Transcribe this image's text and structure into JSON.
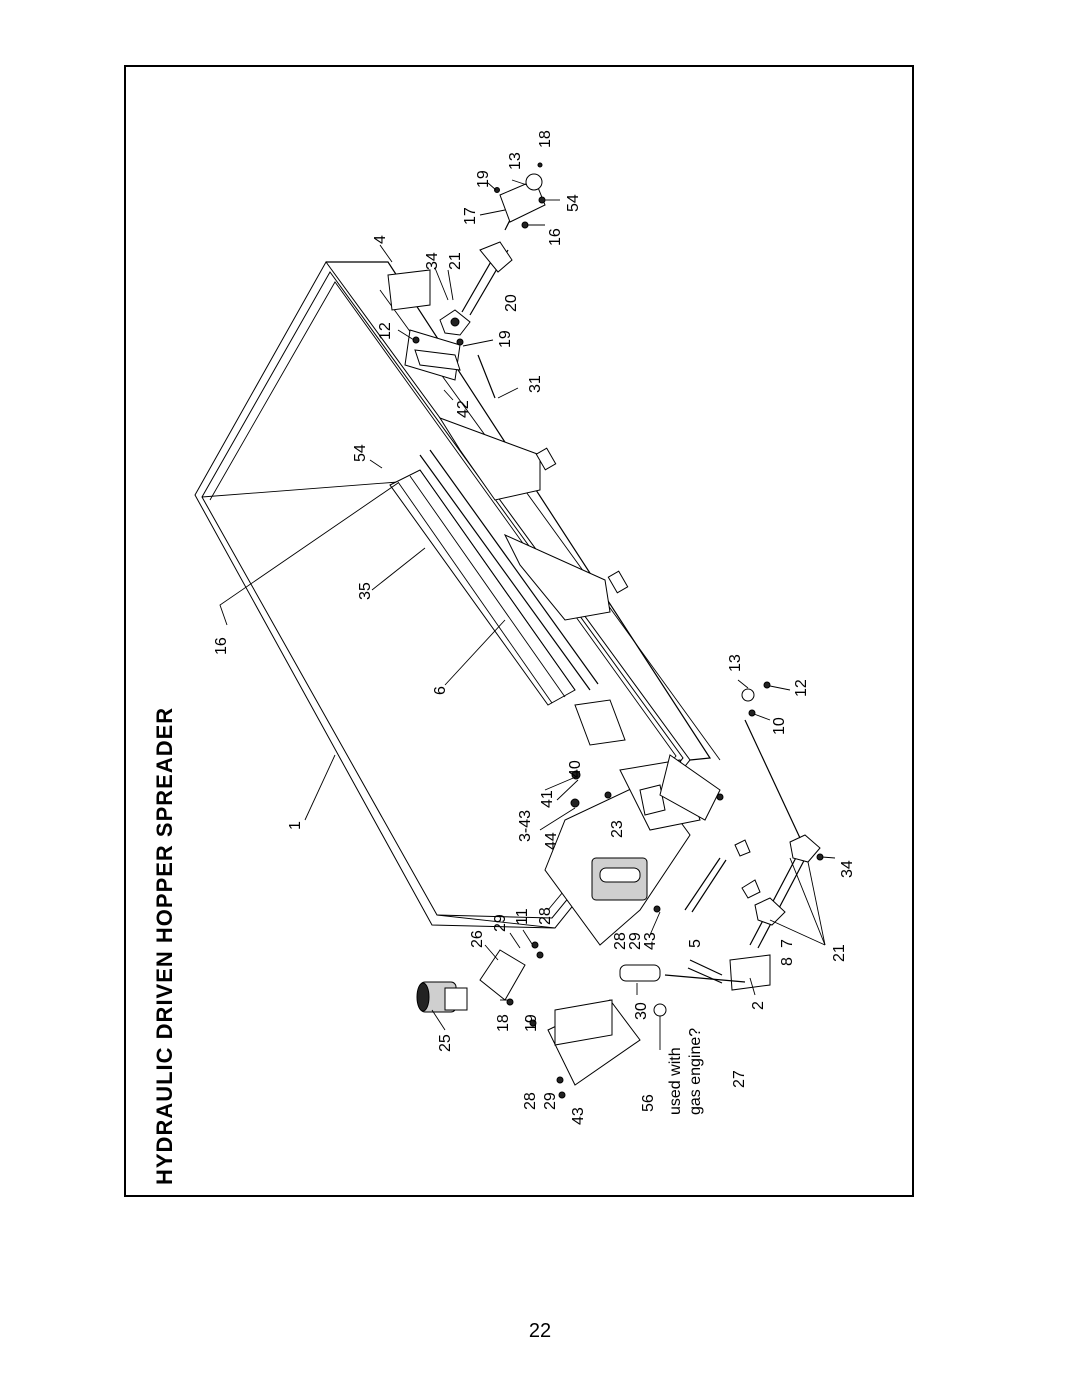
{
  "title": "HYDRAULIC DRIVEN HOPPER SPREADER",
  "page_number": "22",
  "note": {
    "line1": "used with",
    "line2": "gas engine?"
  },
  "callouts": {
    "c1": "1",
    "c6": "6",
    "c35": "35",
    "c16a": "16",
    "c54a": "54",
    "c42": "42",
    "c31": "31",
    "c19a": "19",
    "c12a": "12",
    "c20": "20",
    "c34a": "34",
    "c21a": "21",
    "c4": "4",
    "c16b": "16",
    "c17": "17",
    "c19b": "19",
    "c13a": "13",
    "c18a": "18",
    "c54b": "54",
    "c13b": "13",
    "c12b": "12",
    "c10": "10",
    "c41": "41",
    "c40": "40",
    "c3_43": "3-43",
    "c44": "44",
    "c23": "23",
    "c26": "26",
    "c29a": "29",
    "c11": "11",
    "c28a": "28",
    "c28b": "28",
    "c29b": "29",
    "c43a": "43",
    "c5": "5",
    "c25": "25",
    "c18b": "18",
    "c19c": "19",
    "c30": "30",
    "c2": "2",
    "c8": "8",
    "c7": "7",
    "c21b": "21",
    "c34b": "34",
    "c28c": "28",
    "c29c": "29",
    "c43b": "43",
    "c56": "56",
    "c27": "27"
  }
}
